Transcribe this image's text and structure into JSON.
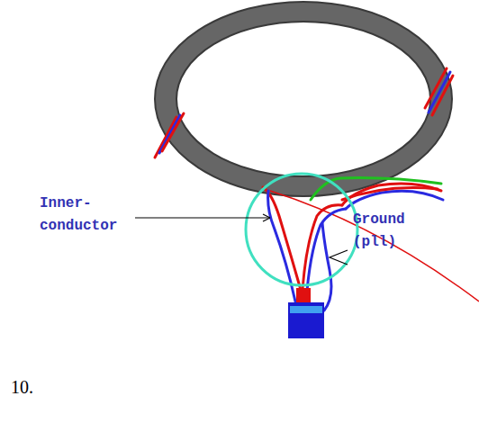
{
  "diagram": {
    "labels": [
      "Inner- conductor",
      "Ground (pll)",
      "10."
    ]
  }
}
